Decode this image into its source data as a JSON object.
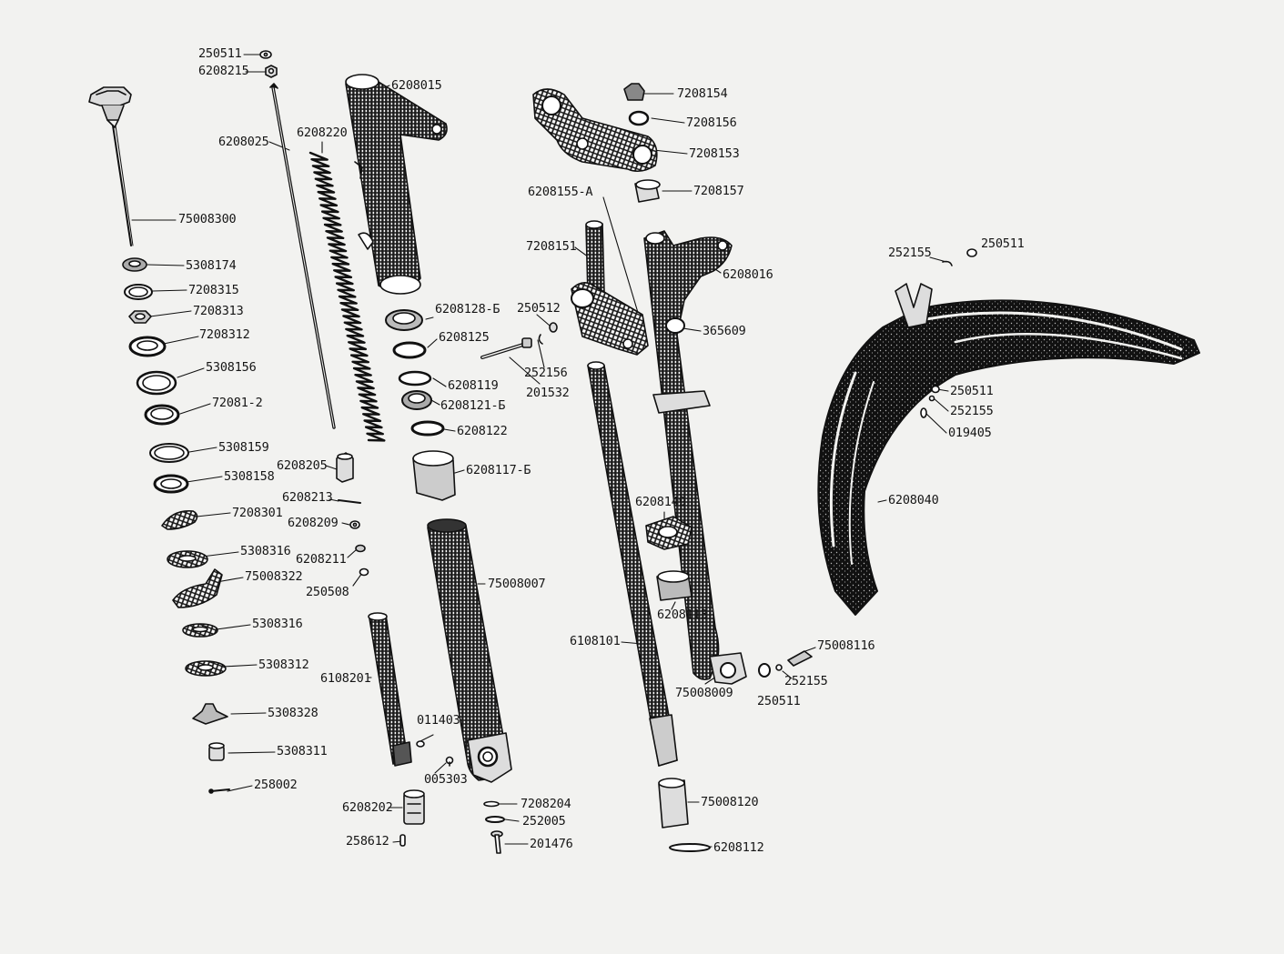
{
  "diagram": {
    "parts": [
      {
        "id": "p250511a",
        "label": "250511"
      },
      {
        "id": "p6208215",
        "label": "6208215"
      },
      {
        "id": "p6208025",
        "label": "6208025"
      },
      {
        "id": "p6208220",
        "label": "6208220"
      },
      {
        "id": "p6208015",
        "label": "6208015"
      },
      {
        "id": "p75008300",
        "label": "75008300"
      },
      {
        "id": "p5308174",
        "label": "5308174"
      },
      {
        "id": "p7208315",
        "label": "7208315"
      },
      {
        "id": "p7208313",
        "label": "7208313"
      },
      {
        "id": "p7208312",
        "label": "7208312"
      },
      {
        "id": "p5308156",
        "label": "5308156"
      },
      {
        "id": "p72081_2",
        "label": "72081-2"
      },
      {
        "id": "p5308159",
        "label": "5308159"
      },
      {
        "id": "p5308158",
        "label": "5308158"
      },
      {
        "id": "p7208301",
        "label": "7208301"
      },
      {
        "id": "p5308316a",
        "label": "5308316"
      },
      {
        "id": "p75008322",
        "label": "75008322"
      },
      {
        "id": "p5308316b",
        "label": "5308316"
      },
      {
        "id": "p5308312",
        "label": "5308312"
      },
      {
        "id": "p5308328",
        "label": "5308328"
      },
      {
        "id": "p5308311",
        "label": "5308311"
      },
      {
        "id": "p258002",
        "label": "258002"
      },
      {
        "id": "p6208205",
        "label": "6208205"
      },
      {
        "id": "p6208213",
        "label": "6208213"
      },
      {
        "id": "p6208209",
        "label": "6208209"
      },
      {
        "id": "p6208211",
        "label": "6208211"
      },
      {
        "id": "p250508",
        "label": "250508"
      },
      {
        "id": "p6108201",
        "label": "6108201"
      },
      {
        "id": "p6208202",
        "label": "6208202"
      },
      {
        "id": "p258612",
        "label": "258612"
      },
      {
        "id": "p6208128",
        "label": "6208128-Б"
      },
      {
        "id": "p6208125",
        "label": "6208125"
      },
      {
        "id": "p6208119",
        "label": "6208119"
      },
      {
        "id": "p6208121",
        "label": "6208121-Б"
      },
      {
        "id": "p6208122",
        "label": "6208122"
      },
      {
        "id": "p6208117",
        "label": "6208117-Б"
      },
      {
        "id": "p75008007",
        "label": "75008007"
      },
      {
        "id": "p011403",
        "label": "011403"
      },
      {
        "id": "p005303",
        "label": "005303"
      },
      {
        "id": "p7208204",
        "label": "7208204"
      },
      {
        "id": "p252005",
        "label": "252005"
      },
      {
        "id": "p201476",
        "label": "201476"
      },
      {
        "id": "p250512",
        "label": "250512"
      },
      {
        "id": "p252156",
        "label": "252156"
      },
      {
        "id": "p201532",
        "label": "201532"
      },
      {
        "id": "p7208154",
        "label": "7208154"
      },
      {
        "id": "p7208156",
        "label": "7208156"
      },
      {
        "id": "p7208153",
        "label": "7208153"
      },
      {
        "id": "p7208157",
        "label": "7208157"
      },
      {
        "id": "p6208155A",
        "label": "6208155-А"
      },
      {
        "id": "p7208151",
        "label": "7208151"
      },
      {
        "id": "p6208016",
        "label": "6208016"
      },
      {
        "id": "p365609",
        "label": "365609"
      },
      {
        "id": "p6208149",
        "label": "6208149"
      },
      {
        "id": "p6208113",
        "label": "6208113"
      },
      {
        "id": "p6108101",
        "label": "6108101"
      },
      {
        "id": "p75008009",
        "label": "75008009"
      },
      {
        "id": "p75008120",
        "label": "75008120"
      },
      {
        "id": "p6208112",
        "label": "6208112"
      },
      {
        "id": "p75008116",
        "label": "75008116"
      },
      {
        "id": "p252155b",
        "label": "252155"
      },
      {
        "id": "p250511d",
        "label": "250511"
      },
      {
        "id": "p252155a",
        "label": "252155"
      },
      {
        "id": "p250511b",
        "label": "250511"
      },
      {
        "id": "p250511c",
        "label": "250511"
      },
      {
        "id": "p252155c",
        "label": "252155"
      },
      {
        "id": "p019405",
        "label": "019405"
      },
      {
        "id": "p6208040",
        "label": "6208040"
      }
    ]
  }
}
